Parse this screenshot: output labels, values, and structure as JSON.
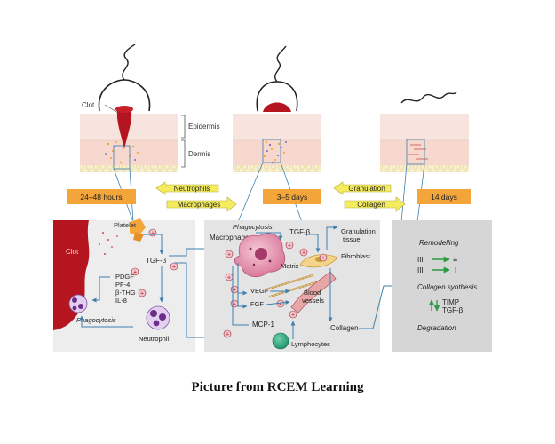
{
  "stages": [
    {
      "label": "24–48 hours"
    },
    {
      "label": "3–5 days"
    },
    {
      "label": "14 days"
    }
  ],
  "skin_labels": {
    "clot": "Clot",
    "epidermis": "Epidermis",
    "dermis": "Dermis"
  },
  "arrows": {
    "neutrophils": "Neutrophils",
    "macrophages": "Macrophages",
    "granulation": "Granulation",
    "collagen": "Collagen"
  },
  "panel1": {
    "clot": "Clot",
    "platelet": "Platelet",
    "tgf": "TGF-β",
    "factors": [
      "PDGF",
      "PF-4",
      "β-THG",
      "IL-8"
    ],
    "phagocytosis": "Phagocytosis",
    "neutrophil": "Neutrophil"
  },
  "panel2": {
    "phagocytosis": "Phagocytosis",
    "macrophage": "Macrophage",
    "tgf": "TGF-β",
    "granulation_tissue": [
      "Granulation",
      "tissue"
    ],
    "matrix": "Matrix",
    "fibroblast": "Fibroblast",
    "vegf": "VEGF",
    "fgf": "FGF",
    "blood_vessels": [
      "Blood",
      "vessels"
    ],
    "collagen": "Collagen",
    "mcp": "MCP-1",
    "lymphocytes": "Lymphocytes"
  },
  "panel3": {
    "remodelling": "Remodelling",
    "fibres": [
      "III",
      "≡",
      "III",
      "I"
    ],
    "collagen_synthesis": "Collagen synthesis",
    "timp": "TIMP",
    "tgf": "TGF-β",
    "degradation": "Degradation"
  },
  "caption": "Picture from RCEM Learning",
  "colors": {
    "accent_orange": "#f3a53a",
    "arrow_yellow": "#f4ec5e",
    "clot_red": "#b5151e",
    "line_blue": "#3d7fb0",
    "skin_pink": "#f7d9d2",
    "skin_fat": "#f6eecd",
    "panel_gray": "#e8e8e8"
  },
  "icons": [
    "plus-circle-icon",
    "macrophage-icon",
    "fibroblast-icon",
    "neutrophil-icon",
    "lymphocyte-icon",
    "platelet-icon"
  ]
}
